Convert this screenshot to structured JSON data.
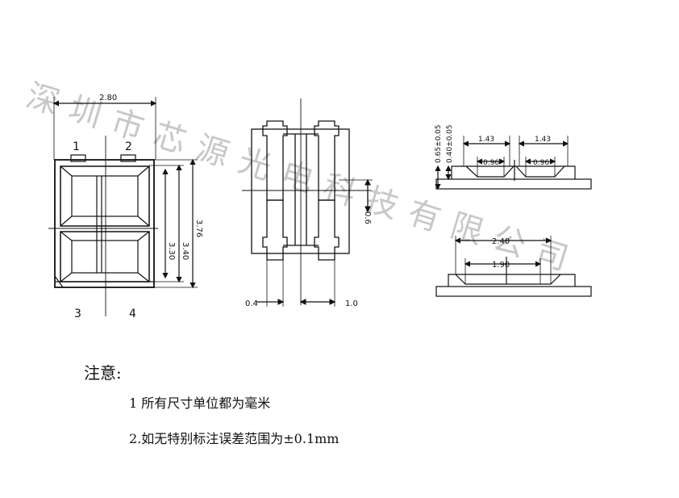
{
  "watermark": "深圳市芯源光电科技有限公司",
  "front_view": {
    "width_dim": "2.80",
    "pin_labels": [
      "1",
      "2",
      "3",
      "4"
    ],
    "height_dims": [
      "3.30",
      "3.40",
      "3.76"
    ]
  },
  "pad_view": {
    "dim_pad_width": "0.4",
    "dim_pad_gap": "1.0",
    "dim_pad_length": "0.6"
  },
  "side_view_top": {
    "dim_total_height": "0.65±0.05",
    "dim_body_height": "0.40±0.05",
    "dim_left_pitch": "1.43",
    "dim_right_pitch": "1.43",
    "dim_left_cavity": "0.96",
    "dim_right_cavity": "0.96"
  },
  "side_view_bottom": {
    "dim_outer": "2.40",
    "dim_inner": "1.90"
  },
  "notes": {
    "title": "注意:",
    "line1": "1 所有尺寸单位都为毫米",
    "line2": "2.如无特别标注误差范围为±0.1mm"
  }
}
